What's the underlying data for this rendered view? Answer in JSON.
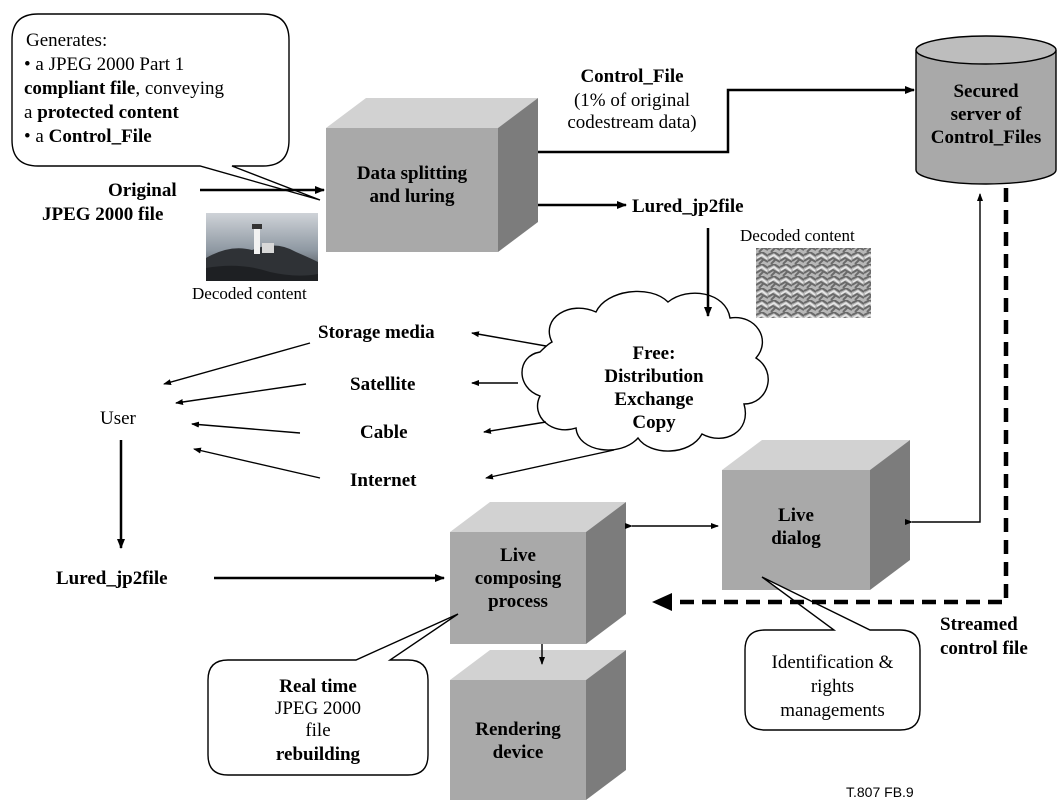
{
  "callout_top": {
    "heading": "Generates:",
    "line1": "a JPEG 2000 Part 1",
    "line2_bold": "compliant file",
    "line2_rest": ", conveying",
    "line3_pre": "a ",
    "line3_bold": "protected content",
    "line4_pre": "a ",
    "line4_bold": "Control_File",
    "bullet": "•"
  },
  "original": {
    "line1": "Original",
    "line2": "JPEG 2000 file",
    "caption": "Decoded content"
  },
  "box_split": {
    "line1": "Data splitting",
    "line2": "and luring"
  },
  "control_file": {
    "line1": "Control_File",
    "line2": "(1% of original",
    "line3": "codestream data)"
  },
  "server": {
    "line1": "Secured",
    "line2": "server of",
    "line3": "Control_Files"
  },
  "lured_top": "Lured_jp2file",
  "decoded_lured_caption": "Decoded content",
  "cloud": {
    "line1": "Free:",
    "line2": "Distribution",
    "line3": "Exchange",
    "line4": "Copy"
  },
  "channels": [
    "Storage media",
    "Satellite",
    "Cable",
    "Internet"
  ],
  "user": "User",
  "lured_bottom": "Lured_jp2file",
  "box_compose": {
    "line1": "Live",
    "line2": "composing",
    "line3": "process"
  },
  "box_dialog": {
    "line1": "Live",
    "line2": "dialog"
  },
  "box_render": {
    "line1": "Rendering",
    "line2": "device"
  },
  "streamed": {
    "line1": "Streamed",
    "line2": "control file"
  },
  "callout_rights": {
    "line1": "Identification &",
    "line2": "rights",
    "line3": "managements"
  },
  "callout_rebuild": {
    "line1": "Real time",
    "line2": "JPEG 2000",
    "line3": "file",
    "line4": "rebuilding"
  },
  "figure_id": "T.807  FB.9",
  "colors": {
    "box_front": "#a9a9a9",
    "box_top": "#d2d2d2",
    "box_side": "#7c7c7c",
    "line": "#000000"
  }
}
